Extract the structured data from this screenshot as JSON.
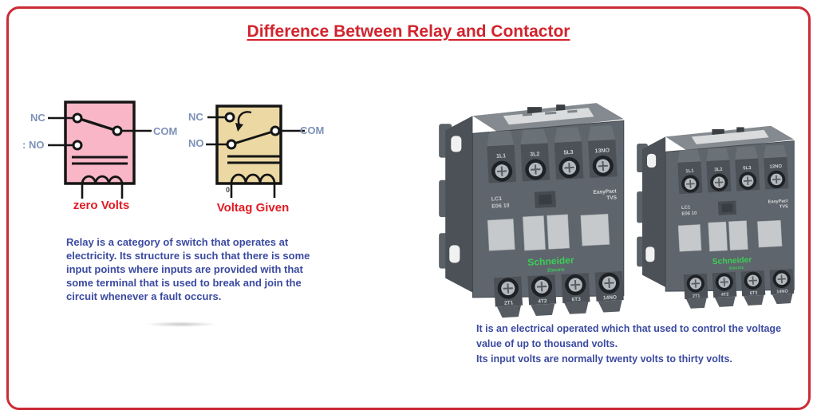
{
  "header": {
    "title": "Difference Between Relay and Contactor"
  },
  "colors": {
    "frame_red": "#cc2b35",
    "title_red": "#d2232d",
    "caption_red": "#e11b23",
    "pin_label_blue": "#7e92b8",
    "paragraph_blue": "#3b4aa1",
    "relay_deenergized_fill": "#f8b6c6",
    "relay_energized_fill": "#ecd8a3",
    "contactor_body": "#5e656c",
    "schneider_green": "#3dcd58"
  },
  "relay_deenergized": {
    "nc_label": "NC",
    "no_label": ": NO",
    "com_label": "COM",
    "caption": "zero Volts"
  },
  "relay_energized": {
    "nc_label": "NC",
    "no_label": "NO",
    "com_label": "COM",
    "zero_mark": "0",
    "caption": "Voltag Given"
  },
  "relay_description": {
    "lines": [
      "Relay is a category of switch that operates at",
      "electricity. Its structure is such that there is some",
      "input points where inputs are provided with that",
      "some terminal that is used to break and join the",
      "circuit whenever a fault occurs."
    ]
  },
  "contactor_description": {
    "lines": [
      "It is an electrical operated which that used to control the voltage",
      "value of up to thousand volts.",
      "Its input volts are normally twenty volts to thirty volts."
    ]
  },
  "contactors": [
    {
      "brand": "Schneider",
      "brand_sub": "Electric",
      "model_line1": "LC1",
      "model_line2": "E06 10",
      "series": "EasyPact",
      "series_sub": "TVS",
      "top_terminals": [
        "1L1",
        "3L2",
        "5L3",
        "13NO"
      ],
      "bottom_terminals": [
        "2T1",
        "4T2",
        "6T3",
        "14NO"
      ]
    },
    {
      "brand": "Schneider",
      "brand_sub": "Electric",
      "model_line1": "LC1",
      "model_line2": "E06 10",
      "series": "EasyPact",
      "series_sub": "TVS",
      "top_terminals": [
        "1L1",
        "3L2",
        "5L3",
        "13NO"
      ],
      "bottom_terminals": [
        "2T1",
        "4T2",
        "6T3",
        "14NO"
      ]
    }
  ]
}
